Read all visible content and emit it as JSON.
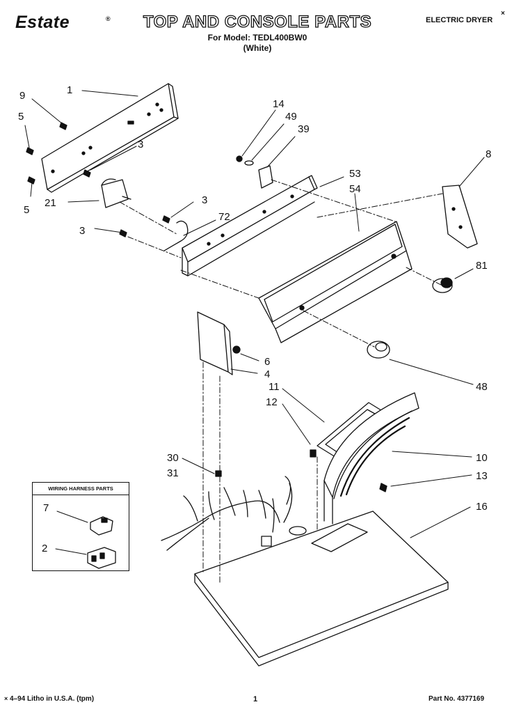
{
  "header": {
    "brand": "Estate",
    "brand_mark": "®",
    "title": "TOP AND CONSOLE PARTS",
    "model_line": "For Model: TEDL400BW0",
    "color_line": "(White)",
    "doc_type": "ELECTRIC DRYER",
    "doc_type_mark": "×"
  },
  "legend": {
    "title": "WIRING HARNESS PARTS",
    "items": [
      "7",
      "2"
    ]
  },
  "callouts": [
    "9",
    "1",
    "5",
    "3",
    "5",
    "21",
    "3",
    "3",
    "72",
    "14",
    "49",
    "39",
    "53",
    "54",
    "8",
    "81",
    "6",
    "4",
    "48",
    "11",
    "12",
    "30",
    "31",
    "10",
    "13",
    "16"
  ],
  "footer": {
    "left": "4–94 Litho in U.S.A. (tpm)",
    "left_mark": "×",
    "page": "1",
    "part_no": "Part No. 4377169"
  }
}
